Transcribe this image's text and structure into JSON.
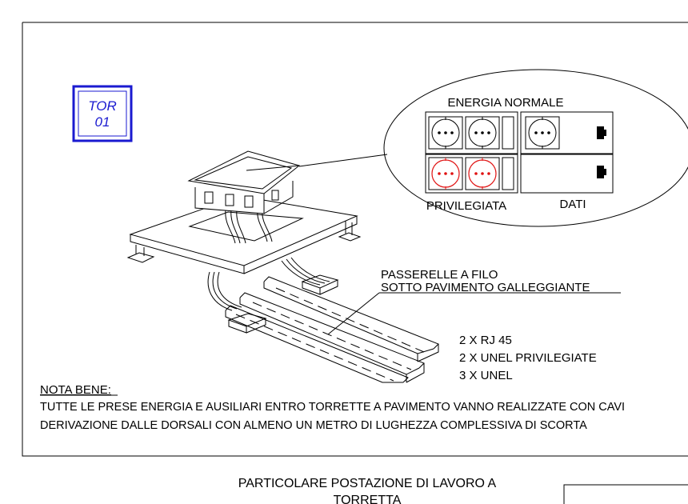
{
  "tag": {
    "line1": "TOR",
    "line2": "01"
  },
  "detail": {
    "energia_normale": "ENERGIA NORMALE",
    "privilegiata": "PRIVILEGIATA",
    "dati": "DATI"
  },
  "passerelle": {
    "line1": "PASSERELLE A FILO",
    "line2": "SOTTO PAVIMENTO GALLEGGIANTE"
  },
  "outlets": [
    "2 X RJ 45",
    "2 X UNEL PRIVILEGIATE",
    "3 X UNEL"
  ],
  "nota": {
    "heading": "NOTA BENE:",
    "line1": "TUTTE LE PRESE ENERGIA E AUSILIARI ENTRO TORRETTE A PAVIMENTO VANNO REALIZZATE CON CAVI",
    "line2": "DERIVAZIONE DALLE DORSALI CON ALMENO UN METRO DI LUGHEZZA COMPLESSIVA DI SCORTA"
  },
  "caption": {
    "line1": "PARTICOLARE POSTAZIONE DI LAVORO A",
    "line2": "TORRETTA"
  },
  "colors": {
    "tag_blue": "#1a1ad0",
    "privileged_red": "#e01010"
  }
}
